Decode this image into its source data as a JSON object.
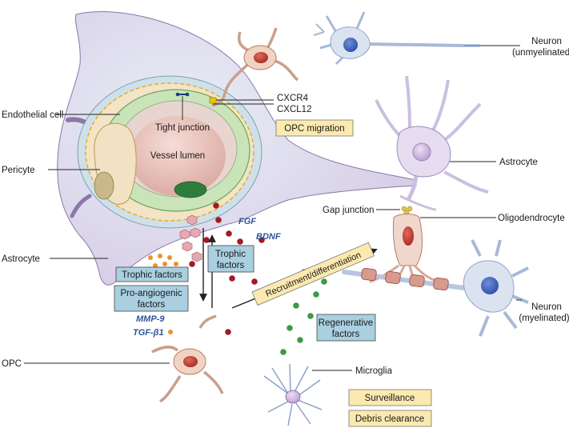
{
  "labels": {
    "endothelial": "Endothelial cell",
    "pericyte": "Pericyte",
    "astrocyte_left": "Astrocyte",
    "opc": "OPC",
    "tight_junction": "Tight junction",
    "vessel_lumen": "Vessel lumen",
    "cxcr4": "CXCR4",
    "cxcl12": "CXCL12",
    "opc_migration": "OPC migration",
    "neuron_unmyelinated_1": "Neuron",
    "neuron_unmyelinated_2": "(unmyelinated)",
    "astrocyte_right": "Astrocyte",
    "gap_junction": "Gap junction",
    "oligodendrocyte": "Oligodendrocyte",
    "neuron_myelinated_1": "Neuron",
    "neuron_myelinated_2": "(myelinated)",
    "microglia": "Microglia",
    "fgf": "FGF",
    "bdnf": "BDNF",
    "trophic_center_1": "Trophic",
    "trophic_center_2": "factors",
    "trophic_left": "Trophic factors",
    "proangio_1": "Pro-angiogenic",
    "proangio_2": "factors",
    "mmp9": "MMP-9",
    "tgfb1": "TGF-β1",
    "recruitment": "Recruitment/differentiation",
    "regenerative_1": "Regenerative",
    "regenerative_2": "factors",
    "surveillance": "Surveillance",
    "debris": "Debris clearance"
  },
  "colors": {
    "astrocyte": "#d9cde6",
    "endothelium": "#c6e2b8",
    "lumen": "#f1d1cc",
    "pericyte": "#f0e2c2",
    "blue_box": "#a9cfe0",
    "yellow_box": "#fbe9b0",
    "factor_red": "#a31a22",
    "factor_green": "#3f9a43"
  }
}
